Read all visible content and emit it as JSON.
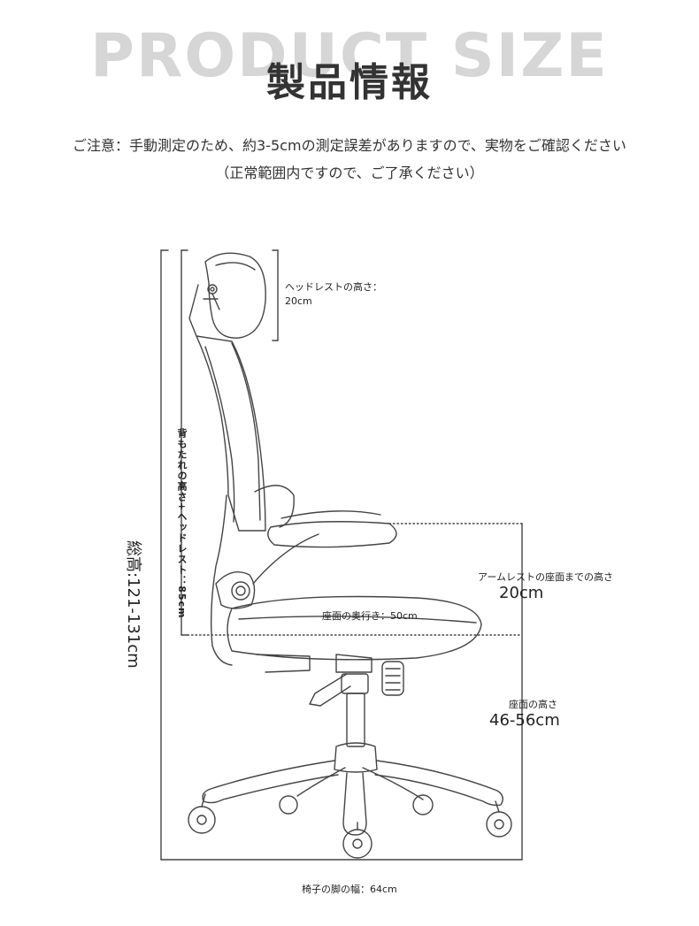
{
  "header": {
    "bg_title": "PRODUCT SIZE",
    "title": "製品情報"
  },
  "notice": {
    "line1": "ご注意：手動測定のため、約3-5cmの測定誤差がありますので、実物をご確認ください",
    "line2": "（正常範囲内ですので、ご了承ください）"
  },
  "dimensions": {
    "headrest_label": "ヘッドレストの高さ：",
    "headrest_value": "20cm",
    "back_label": "背もたれの高さ+ヘッドレスト：85cm",
    "total_label": "総高:121-131cm",
    "armrest_label": "アームレストの座面までの高さ",
    "armrest_value": "20cm",
    "depth_label": "座面の奥行き：50cm",
    "seat_height_label": "座面の高さ",
    "seat_height_value": "46-56cm",
    "base_width_label": "椅子の脚の幅：64cm"
  },
  "colors": {
    "background": "#ffffff",
    "bg_title": "#d6d6d6",
    "text": "#222222",
    "line": "#444444"
  }
}
